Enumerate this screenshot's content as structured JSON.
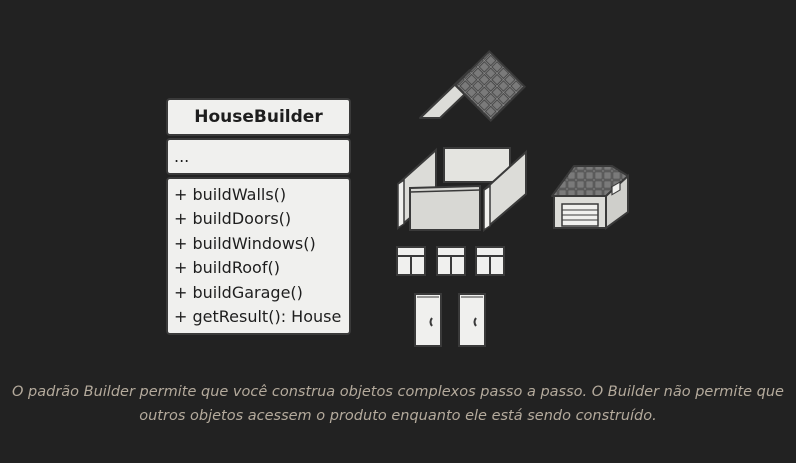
{
  "uml": {
    "class_name": "HouseBuilder",
    "fields": "...",
    "methods": [
      "+ buildWalls()",
      "+ buildDoors()",
      "+ buildWindows()",
      "+ buildRoof()",
      "+ buildGarage()",
      "+ getResult(): House"
    ]
  },
  "illustration": {
    "parts": [
      "roof-icon",
      "walls-icon",
      "garage-icon",
      "window-icon",
      "door-icon"
    ],
    "window_count": 3,
    "door_count": 2
  },
  "caption": {
    "line1": "O padrão Builder permite que você construa objetos complexos passo a passo. O Builder não permite que",
    "line2": "outros objetos acessem o produto enquanto ele está sendo construído."
  },
  "colors": {
    "background": "#222222",
    "box_fill": "#f0f0ee",
    "stroke": "#3a3a3a",
    "caption": "#b4aa9c"
  }
}
